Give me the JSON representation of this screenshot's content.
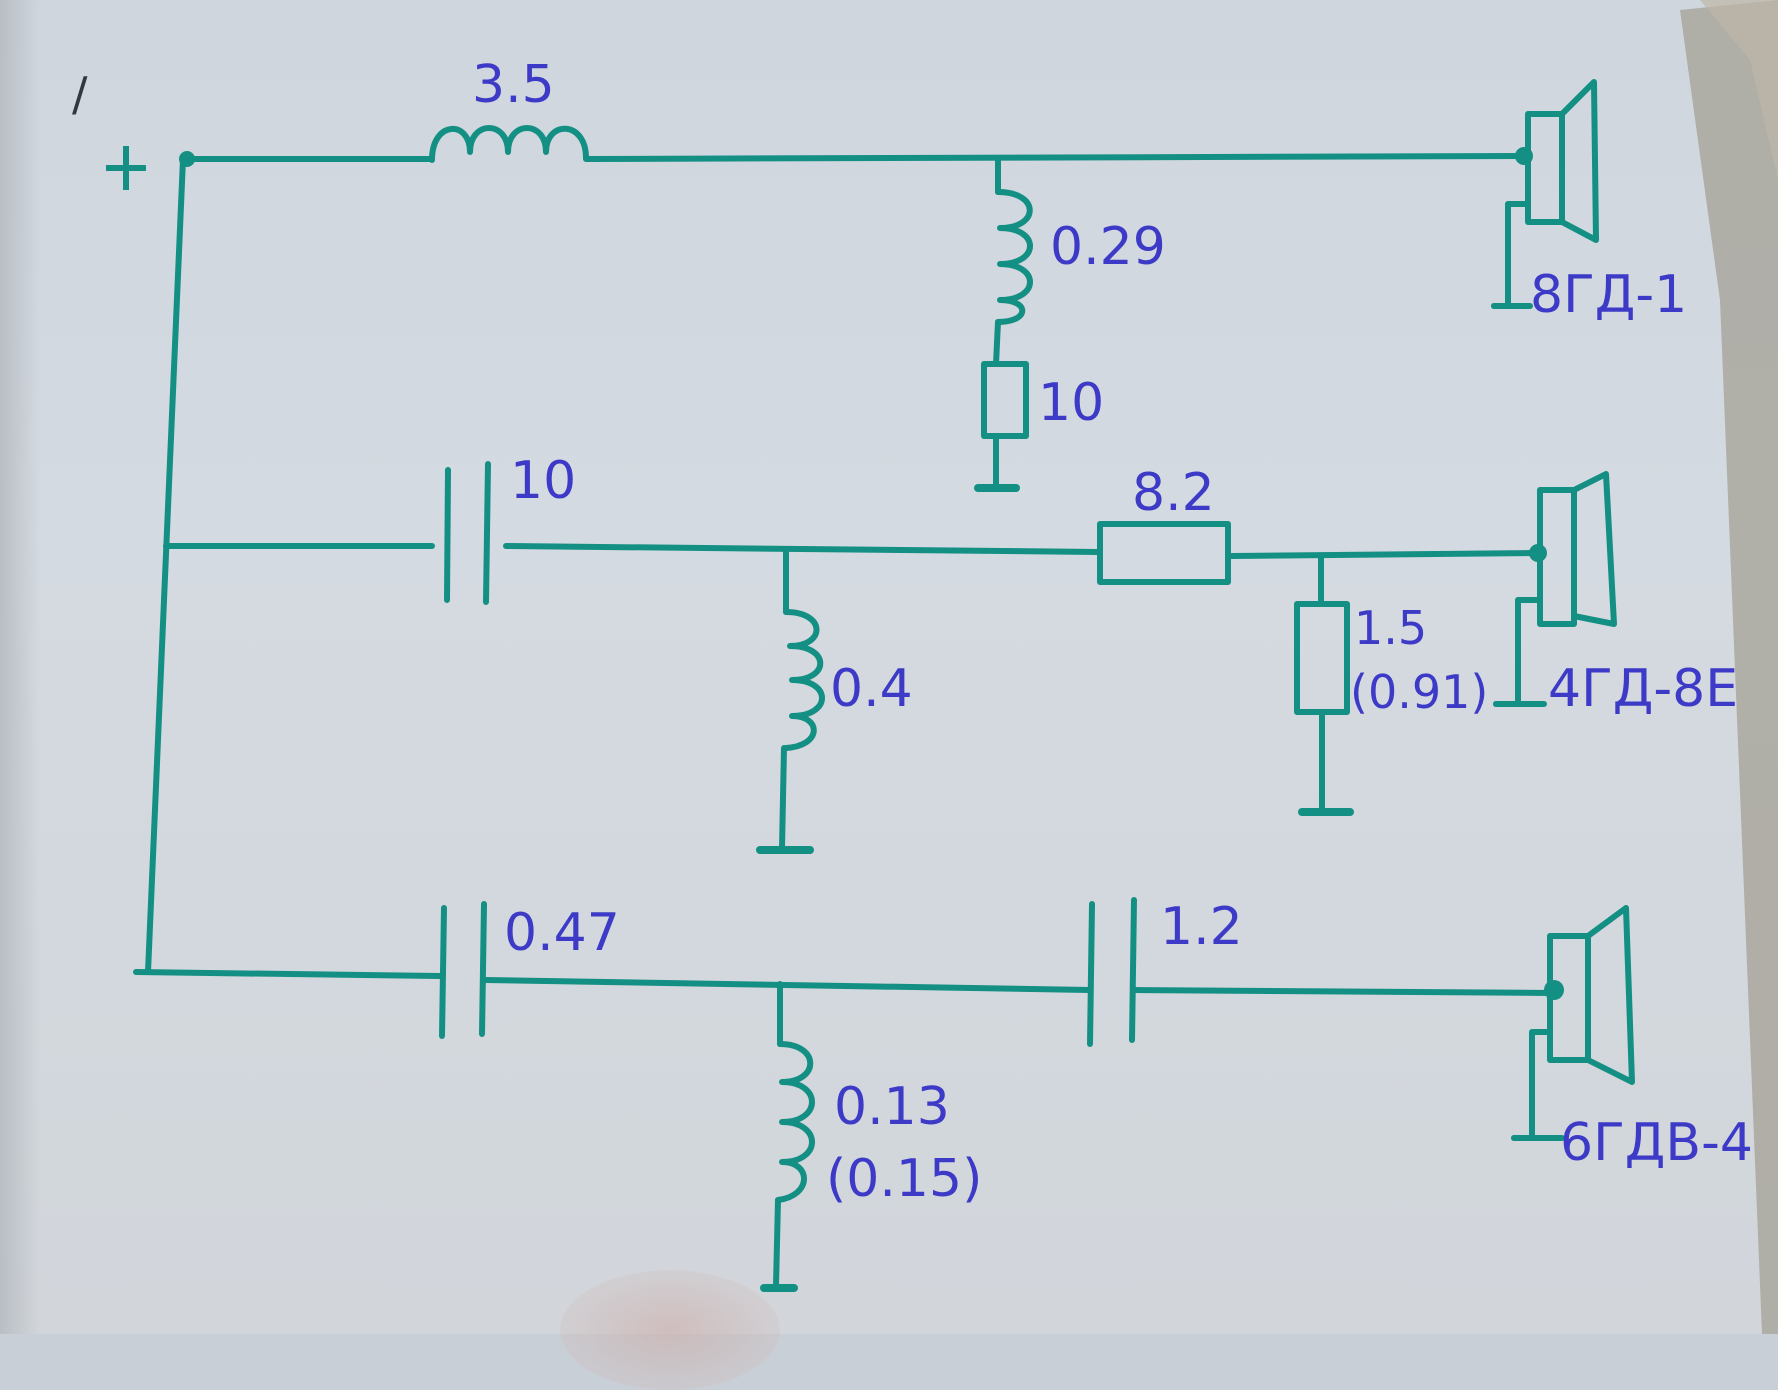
{
  "diagram": {
    "type": "loudspeaker-crossover-schematic",
    "input_terminal": {
      "mark": "/",
      "polarity": "+"
    },
    "branches": [
      {
        "name": "woofer",
        "series": [
          {
            "type": "inductor",
            "value": "3.5"
          }
        ],
        "shunt": [
          {
            "type": "inductor",
            "value": "0.29"
          },
          {
            "type": "resistor",
            "value": "10"
          }
        ],
        "speaker": "8ГД-1"
      },
      {
        "name": "midrange",
        "series": [
          {
            "type": "capacitor",
            "value": "10"
          },
          {
            "type": "resistor",
            "value": "8.2"
          }
        ],
        "shunt": [
          {
            "type": "inductor",
            "value": "0.4"
          },
          {
            "type": "resistor",
            "value": "1.5",
            "alt_value": "(0.91)"
          }
        ],
        "speaker": "4ГД-8Е"
      },
      {
        "name": "tweeter",
        "series": [
          {
            "type": "capacitor",
            "value": "0.47"
          },
          {
            "type": "capacitor",
            "value": "1.2"
          }
        ],
        "shunt": [
          {
            "type": "inductor",
            "value": "0.13",
            "alt_value": "(0.15)"
          }
        ],
        "speaker": "6ГДВ-4"
      }
    ]
  },
  "labels": {
    "input_mark": "/",
    "plus": "+",
    "L1": "3.5",
    "L2": "0.29",
    "R1": "10",
    "C1": "10",
    "L3": "0.4",
    "R2": "8.2",
    "R3": "1.5",
    "R3_alt": "(0.91)",
    "C2": "0.47",
    "L4": "0.13",
    "L4_alt": "(0.15)",
    "C3": "1.2",
    "SP1": "8ГД-1",
    "SP2": "4ГД-8Е",
    "SP3": "6ГДВ-4"
  },
  "colors": {
    "wire": "#148f84",
    "ink_labels": "#3c3ac6",
    "paper": "#d2d8df"
  }
}
